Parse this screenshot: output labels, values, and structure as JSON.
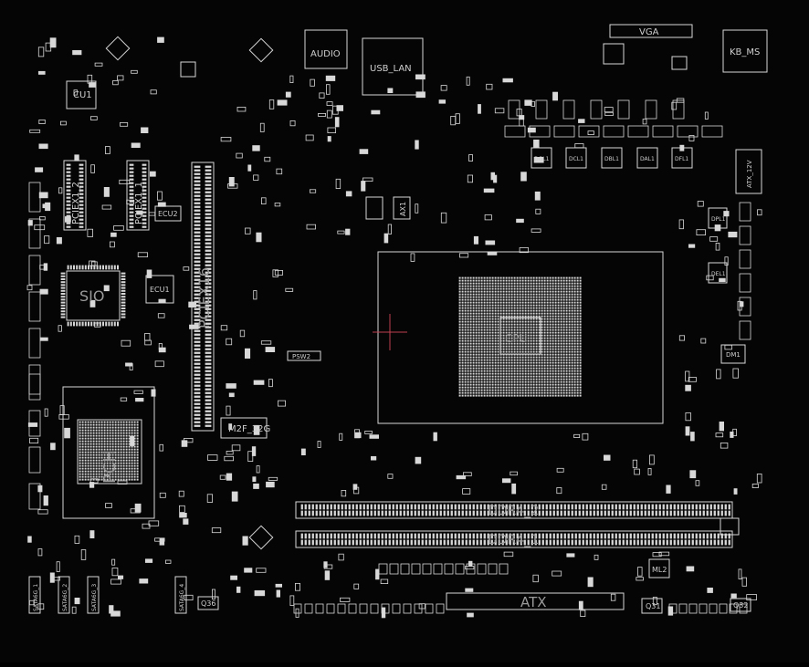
{
  "board": {
    "background": "#050505",
    "stroke": "#d8d8d8",
    "label_color": "#cfcfcf",
    "big_label_color": "#9a9a9a",
    "labels": {
      "vga": "VGA",
      "kb_ms": "KB_MS",
      "audio": "AUDIO",
      "usb_lan": "USB_LAN",
      "cu1": "CU1",
      "sio": "SIO",
      "ecu1": "ECU1",
      "ecu2": "ECU2",
      "pciex16": "PCIEX16",
      "pciex1_1": "PCIEX1_1",
      "pciex1_2": "PCIEX1_2",
      "pch": "PCH",
      "m2f": "M2F_32G",
      "ddr4_2": "DDR4_2",
      "ddr4_1": "DDR4_1",
      "atx": "ATX",
      "atx_12v": "ATX_12V",
      "ax1": "AX1",
      "q31": "Q31",
      "q32": "Q32",
      "q36": "Q36",
      "ml2": "ML2",
      "dm1": "DM1",
      "psw2": "PSW2",
      "cpu": "CPU",
      "dpl1": "DPL1",
      "del1": "DEL1",
      "dgl1": "DGL1",
      "dcl1": "DCL1",
      "dbl1": "DBL1",
      "dal1": "DAL1",
      "dfl1": "DFL1",
      "sata": [
        "SATA6G_1",
        "SATA6G_2",
        "SATA6G_3",
        "SATA6G_4"
      ]
    }
  }
}
